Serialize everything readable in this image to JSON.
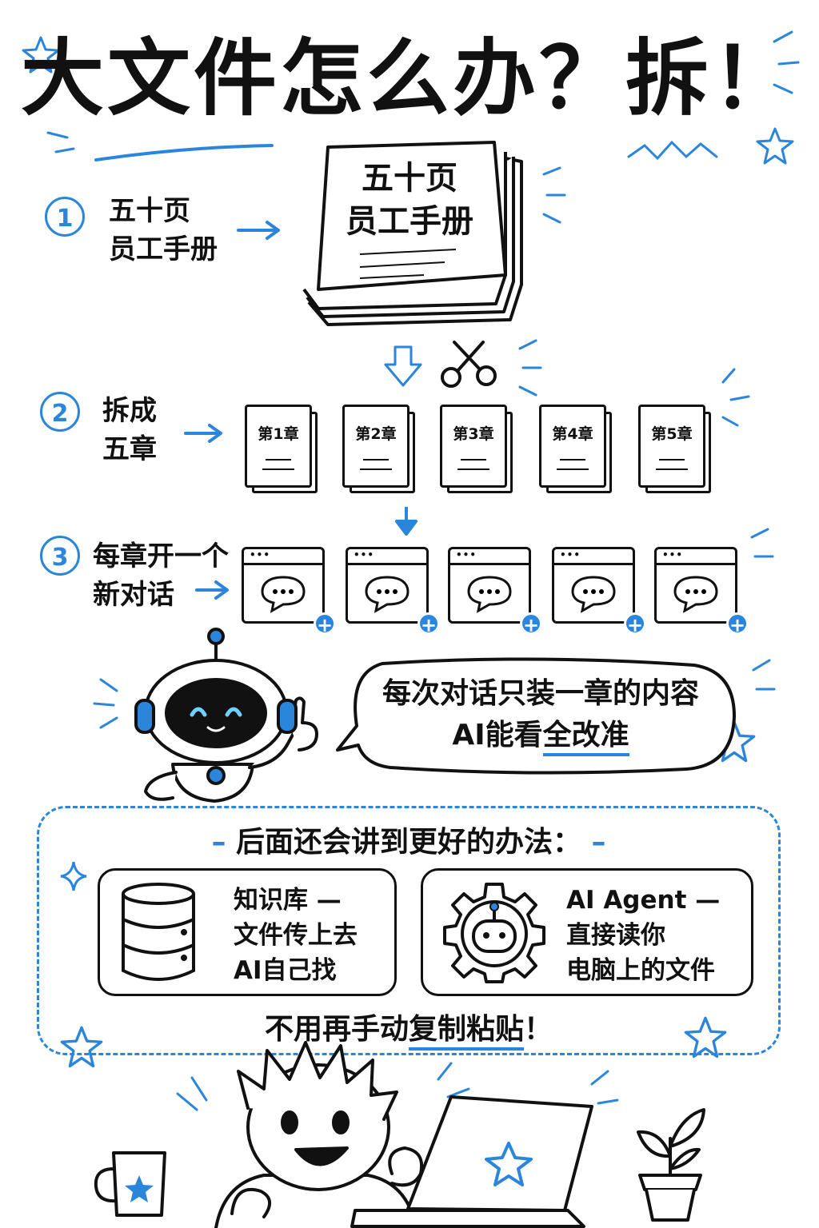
{
  "title": "大文件怎么办？拆！",
  "steps": [
    {
      "num": "1",
      "label_line1": "五十页",
      "label_line2": "员工手册"
    },
    {
      "num": "2",
      "label_line1": "拆成",
      "label_line2": "五章"
    },
    {
      "num": "3",
      "label_line1": "每章开一个",
      "label_line2": "新对话"
    }
  ],
  "book": {
    "line1": "五十页",
    "line2": "员工手册"
  },
  "chapters": [
    "第1章",
    "第2章",
    "第3章",
    "第4章",
    "第5章"
  ],
  "chat_window": {
    "dots": "•••",
    "bubble": "•••",
    "plus": "+"
  },
  "robot_bubble": {
    "line1": "每次对话只装一章的内容",
    "line2_pre": "AI能看",
    "line2_highlight": "全改准"
  },
  "panel": {
    "title": "后面还会讲到更好的办法：",
    "card1": {
      "line1": "知识库 —",
      "line2": "文件传上去",
      "line3": "AI自己找"
    },
    "card2": {
      "line1": "AI Agent —",
      "line2": "直接读你",
      "line3": "电脑上的文件"
    },
    "note_pre": "不用再手动",
    "note_highlight": "复制粘贴",
    "note_post": "！"
  },
  "colors": {
    "accent": "#2b86db",
    "ink": "#111111",
    "background": "#ffffff"
  },
  "icons": [
    "star-icon",
    "scissors-icon",
    "arrow-right-icon",
    "arrow-down-icon",
    "database-icon",
    "gear-robot-icon",
    "laptop-icon",
    "mug-icon",
    "plant-icon",
    "robot-icon",
    "boy-icon"
  ]
}
